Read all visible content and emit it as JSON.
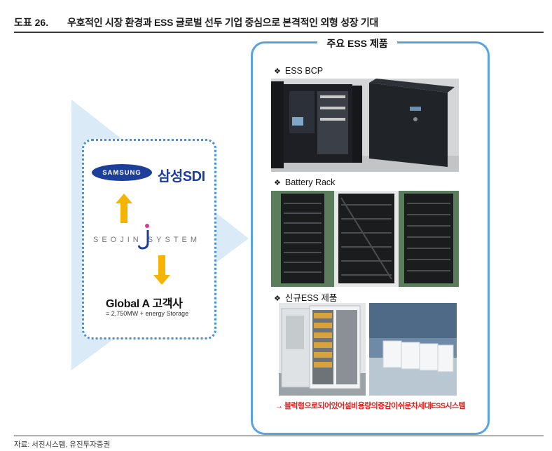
{
  "header": {
    "figure_label": "도표 26.",
    "title": "우호적인 시장 환경과 ESS 글로벌 선두 기업 중심으로 본격적인 외형 성장 기대"
  },
  "left_panel": {
    "samsung_logo": "SAMSUNG",
    "sdi_logo": "삼성SDI",
    "seojin_logo": "SEOJIN SYSTEM",
    "customer_name": "Global A 고객사",
    "customer_detail": "= 2,750MW + energy Storage",
    "icons": [
      "arrow-up-icon",
      "arrow-down-icon"
    ],
    "colors": {
      "arrow": "#f5b400",
      "border": "#4a8fd6",
      "brand": "#1d3f9a"
    }
  },
  "right_panel": {
    "title": "주요 ESS 제품",
    "sections": [
      {
        "bullet": "❖",
        "label": "ESS BCP"
      },
      {
        "bullet": "❖",
        "label": "Battery Rack"
      },
      {
        "bullet": "❖",
        "label": "신규ESS 제품"
      }
    ],
    "caption": "→ 블럭형으로되어있어설비용량의증감이쉬운차세대ESS시스템",
    "colors": {
      "border": "#5ba3de",
      "caption": "#e0201b"
    }
  },
  "footer": {
    "source": "자료: 서진시스템, 유진투자증권"
  }
}
